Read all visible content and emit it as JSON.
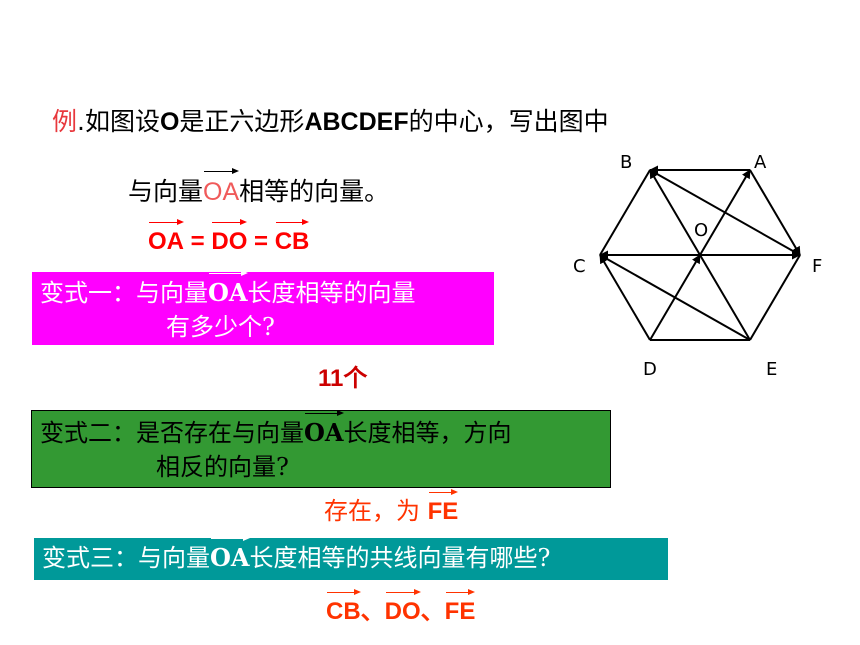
{
  "example": {
    "prefix": "例",
    "part1": ".如图设",
    "o": "O",
    "part2": "是正六边形",
    "hexname": "ABCDEF",
    "part3": "的中心，写出图中"
  },
  "line2": {
    "pre": "与向量",
    "vec": "OA",
    "post": "相等的向量。"
  },
  "equation": {
    "v1": "OA",
    "sep1": " = ",
    "v2": "DO",
    "sep2": " = ",
    "v3": "CB"
  },
  "variant1": {
    "label": "变式一：与向量",
    "vec": "OA",
    "rest": "长度相等的向量",
    "line2": "有多少个?"
  },
  "answer1": "11个",
  "variant2": {
    "label": "变式二：是否存在与向量",
    "vec": "OA",
    "rest": "长度相等，方向",
    "line2": "相反的向量?"
  },
  "answer2": {
    "text": "存在，为 ",
    "vec": "FE"
  },
  "variant3": {
    "label": "变式三：与向量",
    "vec": "OA",
    "rest": "长度相等的共线向量有哪些?"
  },
  "answer3": {
    "v1": "CB",
    "sep1": "、",
    "v2": "DO",
    "sep2": "、",
    "v3": "FE"
  },
  "diagram": {
    "labels": {
      "A": "A",
      "B": "B",
      "C": "C",
      "D": "D",
      "E": "E",
      "F": "F",
      "O": "O"
    }
  },
  "colors": {
    "variant1_bg": "#ff00ff",
    "variant2_bg": "#339933",
    "variant3_bg": "#009999",
    "answer_red": "#ff0000"
  }
}
